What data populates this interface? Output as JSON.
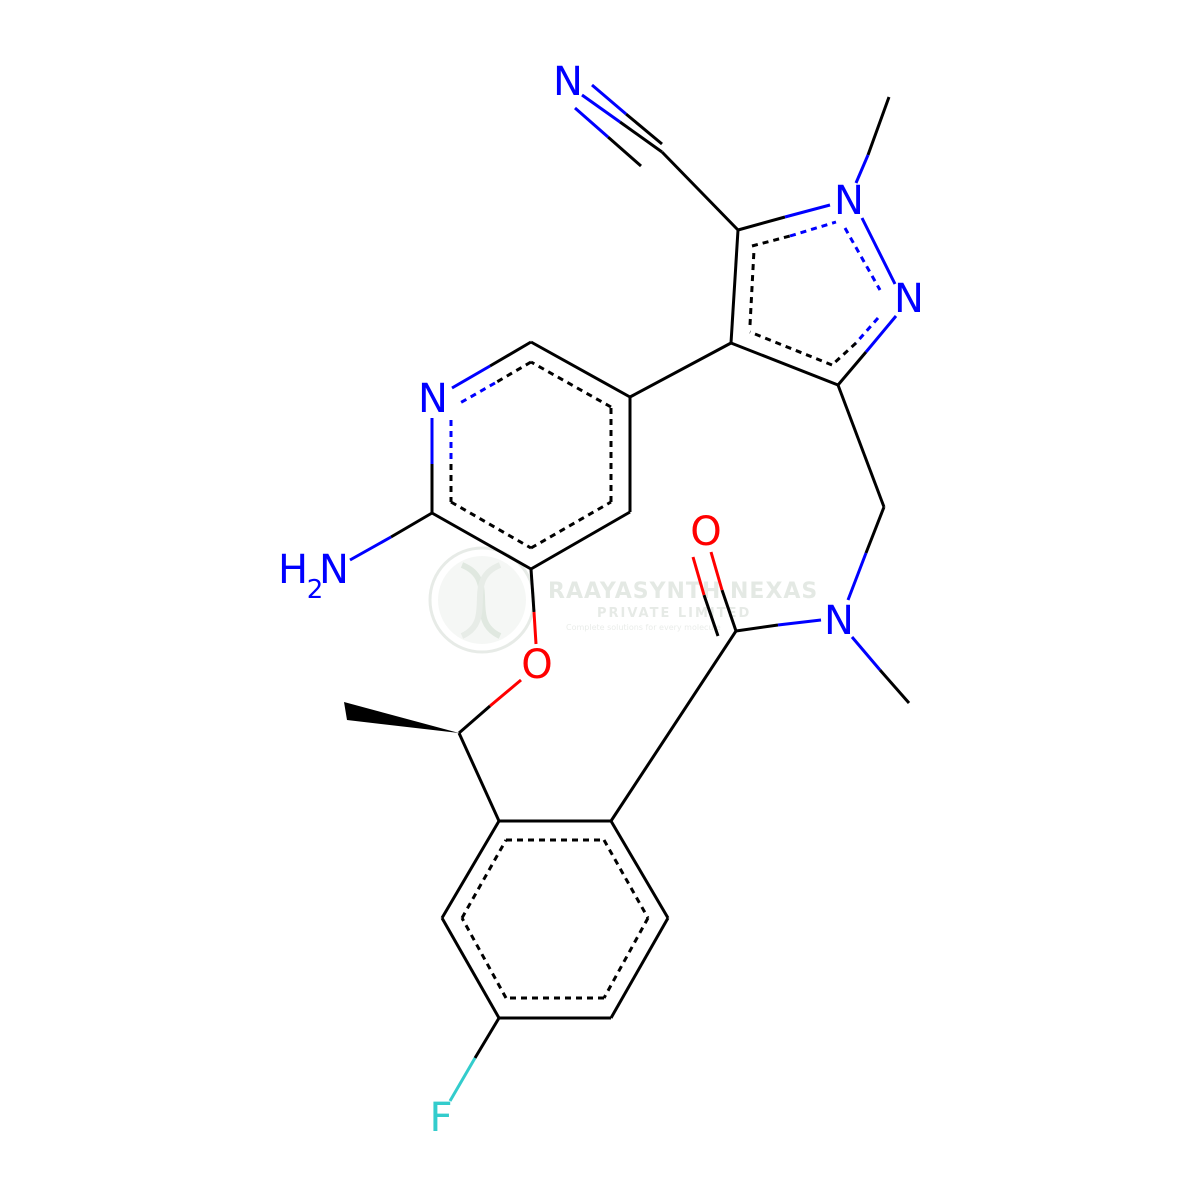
{
  "atoms": {
    "n_nitrile": {
      "text": "N",
      "color": "#0000ff"
    },
    "n1_pyrazole": {
      "text": "N",
      "color": "#0000ff"
    },
    "n2_pyrazole": {
      "text": "N",
      "color": "#0000ff"
    },
    "n_pyridine": {
      "text": "N",
      "color": "#0000ff"
    },
    "o_carbonyl": {
      "text": "O",
      "color": "#ff0000"
    },
    "n_amide": {
      "text": "N",
      "color": "#0000ff"
    },
    "o_ether": {
      "text": "O",
      "color": "#ff0000"
    },
    "f_fluoro": {
      "text": "F",
      "color": "#33cccc"
    },
    "nh2_h": {
      "text": "H",
      "color": "#0000ff"
    },
    "nh2_sub": {
      "text": "2",
      "color": "#0000ff"
    },
    "nh2_n": {
      "text": "N",
      "color": "#0000ff"
    }
  },
  "watermark": {
    "name": "RAAYASYNTH NEXAS",
    "subtitle": "PRIVATE LIMITED",
    "tagline": "Complete solutions for every molecule"
  },
  "colors": {
    "bond": "#000000",
    "nitrogen": "#0000ff",
    "oxygen": "#ff0000",
    "fluorine": "#33cccc",
    "watermark": "#cfd8cf"
  }
}
